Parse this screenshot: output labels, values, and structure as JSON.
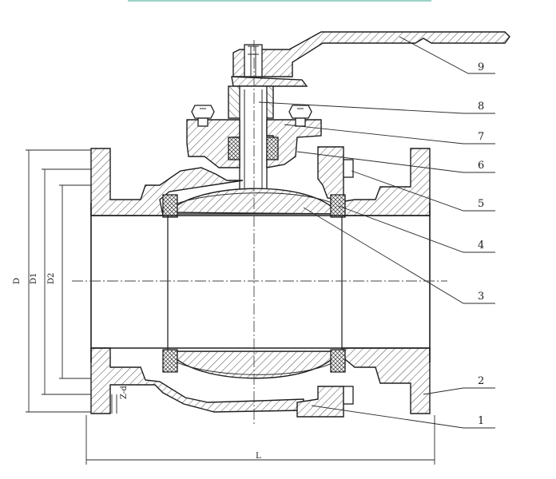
{
  "figure": {
    "part_labels": [
      {
        "id": "part-9",
        "text": "9"
      },
      {
        "id": "part-8",
        "text": "8"
      },
      {
        "id": "part-7",
        "text": "7"
      },
      {
        "id": "part-6",
        "text": "6"
      },
      {
        "id": "part-5",
        "text": "5"
      },
      {
        "id": "part-4",
        "text": "4"
      },
      {
        "id": "part-3",
        "text": "3"
      },
      {
        "id": "part-2",
        "text": "2"
      },
      {
        "id": "part-1",
        "text": "1"
      }
    ],
    "dimensions": {
      "D": "D",
      "D1": "D1",
      "D2": "D2",
      "bolt": "Z-d",
      "L": "L"
    }
  },
  "colors": {
    "line": "#1e1e1e",
    "top_rule": "#9bd3c6",
    "background": "#ffffff"
  }
}
